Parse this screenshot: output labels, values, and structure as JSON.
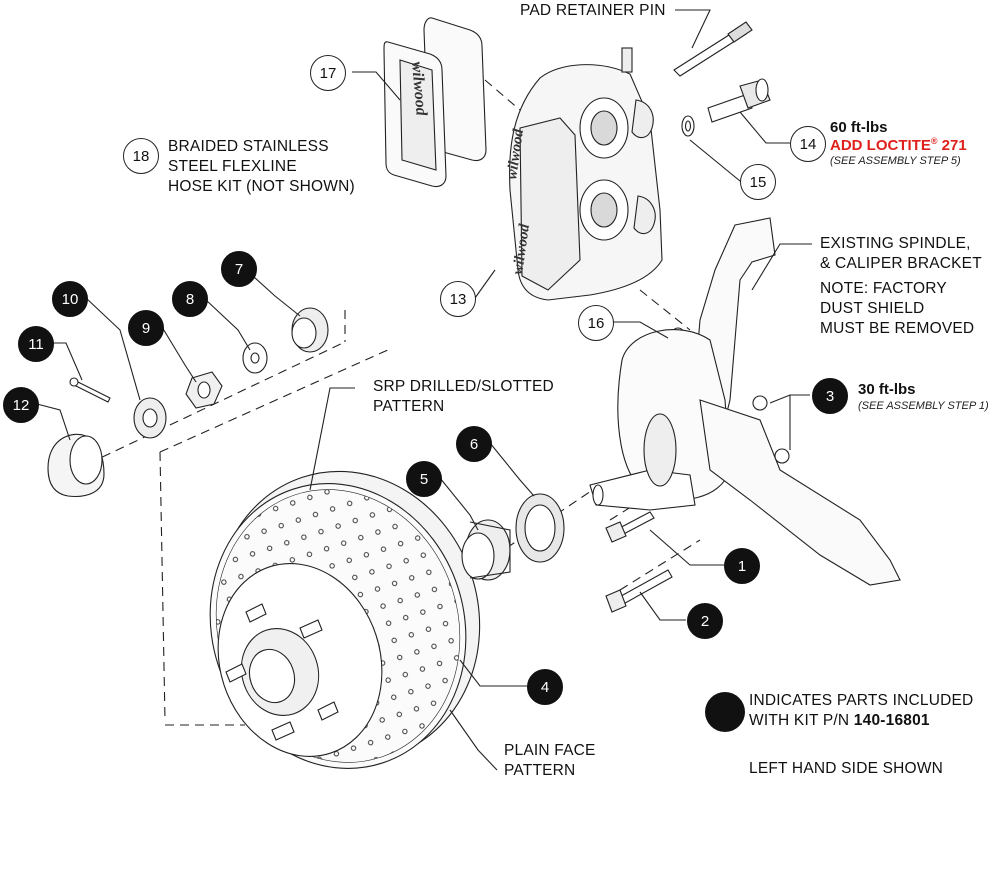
{
  "labels": {
    "pad_retainer_pin": "PAD RETAINER PIN",
    "flexline": [
      "BRAIDED STAINLESS",
      "STEEL FLEXLINE",
      "HOSE KIT (NOT SHOWN)"
    ],
    "spindle": [
      "EXISTING SPINDLE,",
      "& CALIPER BRACKET"
    ],
    "dust_note": [
      "NOTE: FACTORY",
      "DUST SHIELD",
      "MUST BE REMOVED"
    ],
    "srp_pattern": [
      "SRP DRILLED/SLOTTED",
      "PATTERN"
    ],
    "plain_pattern": [
      "PLAIN FACE",
      "PATTERN"
    ],
    "legend_line1": "INDICATES PARTS INCLUDED",
    "legend_line2_prefix": "WITH KIT P/N ",
    "legend_kit_pn": "140-16801",
    "side_note": "LEFT HAND SIDE SHOWN"
  },
  "torque": {
    "item14_value": "60 ft-lbs",
    "item14_loctite_prefix": "ADD LOCTITE",
    "item14_loctite_mark": "®",
    "item14_loctite_suffix": " 271",
    "item14_note": "(SEE ASSEMBLY STEP 5)",
    "item3_value": "30 ft-lbs",
    "item3_note": "(SEE ASSEMBLY STEP 1)"
  },
  "callouts": {
    "c1": "1",
    "c2": "2",
    "c3": "3",
    "c4": "4",
    "c5": "5",
    "c6": "6",
    "c7": "7",
    "c8": "8",
    "c9": "9",
    "c10": "10",
    "c11": "11",
    "c12": "12",
    "c13": "13",
    "c14": "14",
    "c15": "15",
    "c16": "16",
    "c17": "17",
    "c18": "18"
  },
  "filled_callouts": [
    "1",
    "2",
    "3",
    "4",
    "5",
    "6",
    "7",
    "8",
    "9",
    "10",
    "11",
    "12"
  ],
  "open_callouts": [
    "13",
    "14",
    "15",
    "16",
    "17",
    "18"
  ],
  "brand_mark": "wilwood",
  "colors": {
    "line": "#222222",
    "highlight": "#e0201b",
    "fill_part": "#f2f2f2"
  }
}
